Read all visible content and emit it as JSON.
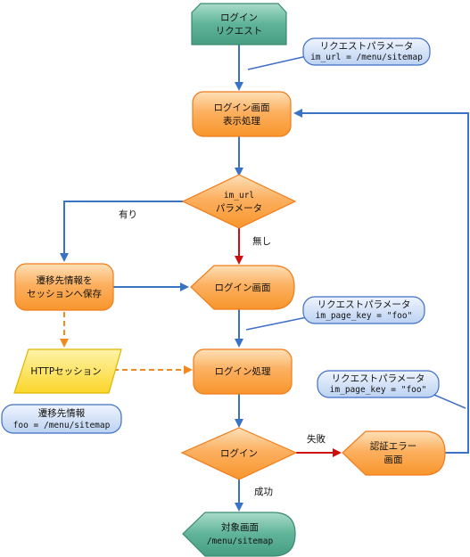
{
  "nodes": {
    "start": {
      "line1": "ログイン",
      "line2": "リクエスト"
    },
    "login_display": {
      "line1": "ログイン画面",
      "line2": "表示処理"
    },
    "decision_param": {
      "line1": "im_url",
      "line2": "パラメータ"
    },
    "save_session": {
      "line1": "遷移先情報を",
      "line2": "セッションへ保存"
    },
    "login_screen": {
      "line1": "ログイン画面"
    },
    "http_session": {
      "line1": "HTTPセッション"
    },
    "login_process": {
      "line1": "ログイン処理"
    },
    "decision_login": {
      "line1": "ログイン"
    },
    "auth_error": {
      "line1": "認証エラー",
      "line2": "画面"
    },
    "target": {
      "line1": "対象画面",
      "line2": "/menu/sitemap"
    }
  },
  "callouts": {
    "req1": {
      "line1": "リクエストパラメータ",
      "line2": "im_url = /menu/sitemap"
    },
    "req2": {
      "line1": "リクエストパラメータ",
      "line2": "im_page_key = \"foo\""
    },
    "req3": {
      "line1": "リクエストパラメータ",
      "line2": "im_page_key = \"foo\""
    },
    "session_info": {
      "line1": "遷移先情報",
      "line2": "foo = /menu/sitemap"
    }
  },
  "edge_labels": {
    "yes": "有り",
    "no": "無し",
    "fail": "失敗",
    "success": "成功"
  },
  "colors": {
    "process_fill": "#fcb060",
    "process_stroke": "#f07c1c",
    "terminal_fill": "#5fb398",
    "terminal_stroke": "#3b8a70",
    "callout_fill": "#cfe0f7",
    "callout_stroke": "#3f6fc6",
    "arrow_blue": "#3a72c4",
    "arrow_red": "#cc1010",
    "arrow_orange": "#f08a20",
    "data_fill": "#fce24a"
  }
}
